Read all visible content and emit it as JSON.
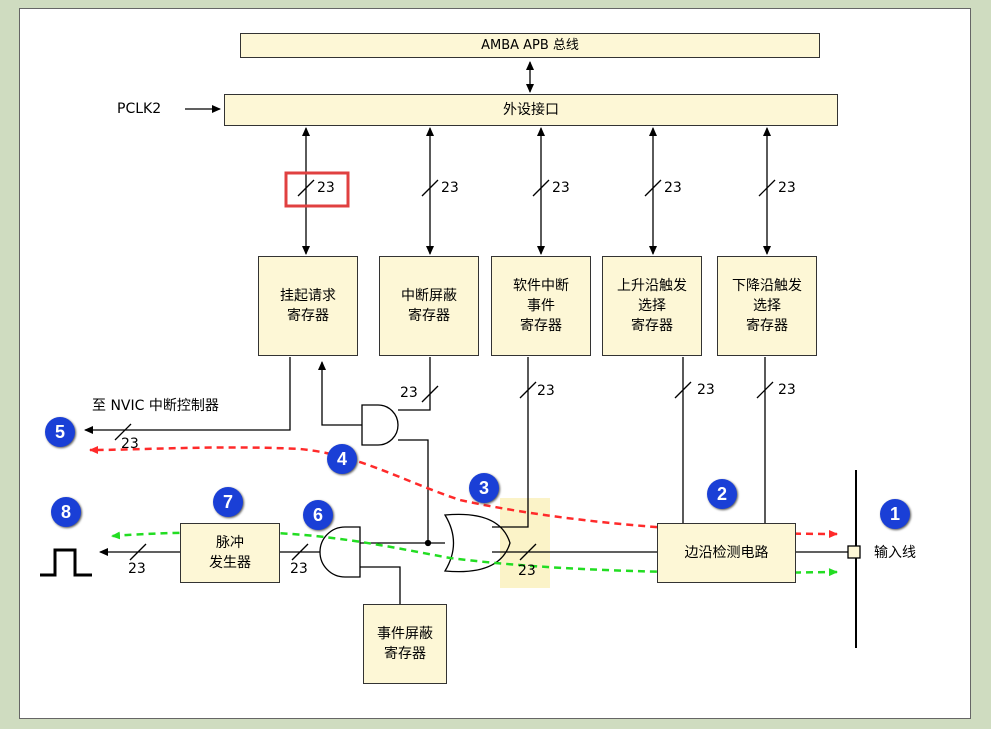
{
  "bus": {
    "amba": "AMBA APB 总线",
    "periph_if": "外设接口",
    "pclk": "PCLK2"
  },
  "registers": {
    "pending": "挂起请求\n寄存器",
    "int_mask": "中断屏蔽\n寄存器",
    "sw_int_event": "软件中断\n事件\n寄存器",
    "rising": "上升沿触发\n选择\n寄存器",
    "falling": "下降沿触发\n选择\n寄存器",
    "event_mask": "事件屏蔽\n寄存器",
    "pulse_gen": "脉冲\n发生器",
    "edge_detect": "边沿检测电路"
  },
  "bus_width": "23",
  "labels": {
    "nvic": "至 NVIC 中断控制器",
    "input_line": "输入线"
  },
  "badges": [
    "1",
    "2",
    "3",
    "4",
    "5",
    "6",
    "7",
    "8"
  ],
  "colors": {
    "box_fill": "#fdf7d6",
    "badge": "#1a3fd6",
    "interrupt_path": "#ff2a2a",
    "event_path": "#22dd22",
    "highlight_box": "#e04040"
  }
}
